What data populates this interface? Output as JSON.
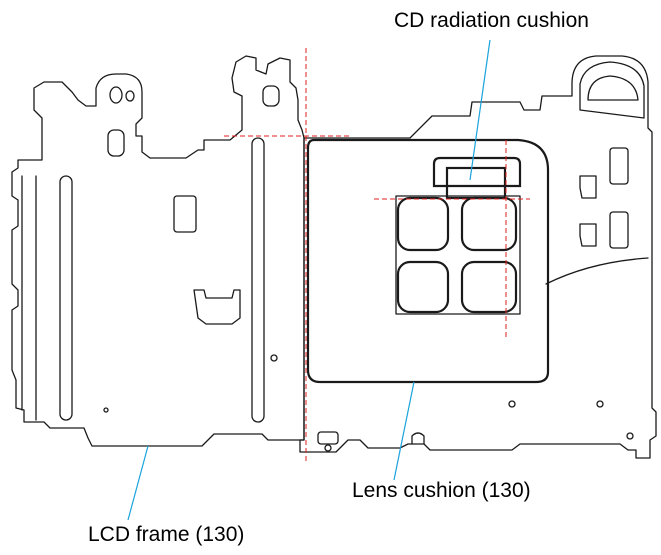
{
  "labels": {
    "cd_radiation_cushion": "CD radiation cushion",
    "lens_cushion": "Lens cushion (130)",
    "lcd_frame": "LCD frame (130)"
  },
  "colors": {
    "outline": "#1a1a1a",
    "center_line": "#e0201c",
    "leader_line": "#1aa3dc",
    "label_text": "#000000"
  }
}
